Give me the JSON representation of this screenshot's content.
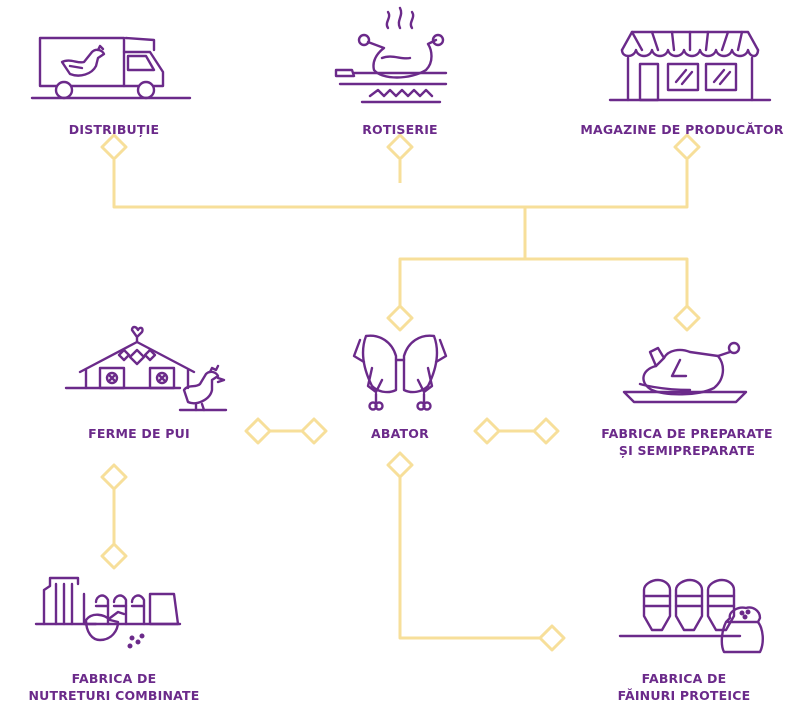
{
  "colors": {
    "accent_purple": "#6b2a8a",
    "connector_yellow": "#f7df9a",
    "background": "#ffffff"
  },
  "nodes": {
    "distributie": {
      "label": "DISTRIBUȚIE",
      "icon": "delivery-truck-icon"
    },
    "rotiserie": {
      "label": "ROTISERIE",
      "icon": "rotisserie-chicken-icon"
    },
    "magazine": {
      "label": "MAGAZINE DE PRODUCĂTOR",
      "icon": "producer-shop-icon"
    },
    "ferme": {
      "label": "FERME DE PUI",
      "icon": "chicken-farm-icon"
    },
    "abator": {
      "label": "ABATOR",
      "icon": "slaughterhouse-carcass-icon"
    },
    "preparate": {
      "label_line1": "FABRICA DE PREPARATE",
      "label_line2": "ȘI SEMIPREPARATE",
      "icon": "roast-chicken-platter-icon"
    },
    "nutreturi": {
      "label_line1": "FABRICA DE",
      "label_line2": "NUTRETURI COMBINATE",
      "icon": "feed-factory-icon"
    },
    "fainuri": {
      "label_line1": "FABRICA DE",
      "label_line2": "FĂINURI PROTEICE",
      "icon": "protein-flour-silos-icon"
    }
  }
}
